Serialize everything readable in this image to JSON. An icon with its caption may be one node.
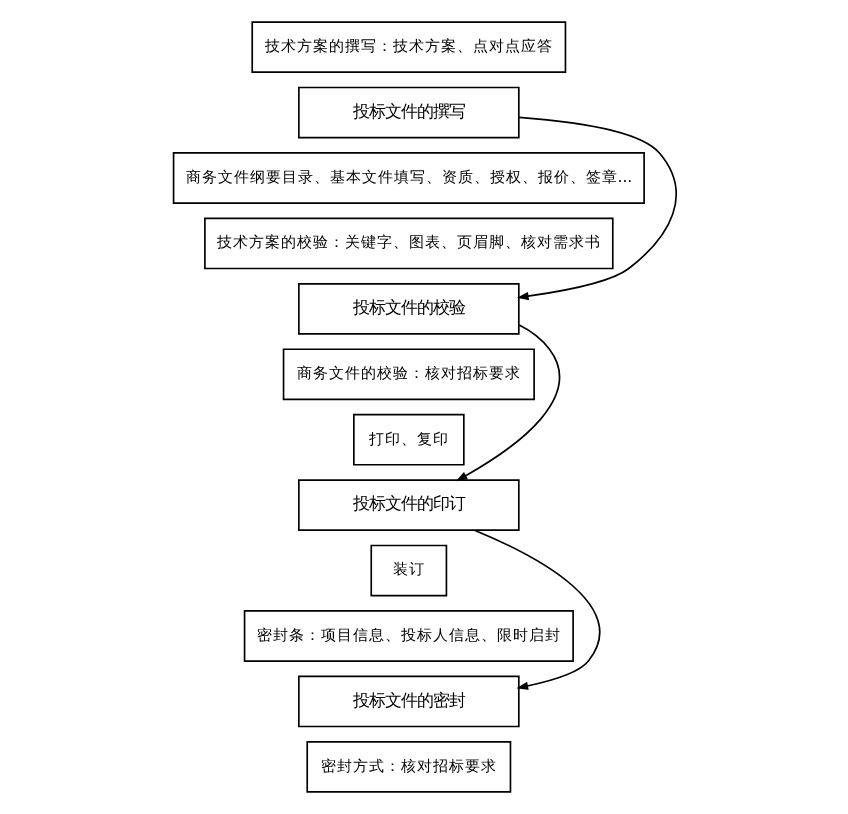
{
  "diagram": {
    "nodes": [
      {
        "text": [
          "技术方案的撰写：技术方案、点对点应答"
        ]
      },
      {
        "text": [
          "投标文件的撰写"
        ]
      },
      {
        "text": [
          "商务文件纲要目录、基本文件填写、资质、授权、报价、签章..."
        ]
      },
      {
        "text": [
          "技术方案的校验：关键字、图表、页眉脚、核对需求书"
        ]
      },
      {
        "text": [
          "投标文件的校验"
        ]
      },
      {
        "text": [
          "商务文件的校验：核对招标要求"
        ]
      },
      {
        "text": [
          "打印、复印"
        ]
      },
      {
        "text": [
          "投标文件的印订"
        ]
      },
      {
        "text": [
          "装订"
        ]
      },
      {
        "text": [
          "密封条：项目信息、投标人信息、限时启封"
        ]
      },
      {
        "text": [
          "投标文件的密封"
        ]
      },
      {
        "text": [
          "密封方式：核对招标要求"
        ]
      }
    ],
    "edges": [
      {
        "from": 1,
        "to": 4,
        "arrow": "to"
      },
      {
        "from": 4,
        "to": 7,
        "arrow": "to"
      },
      {
        "from": 7,
        "to": 10,
        "arrow": "to"
      }
    ]
  }
}
